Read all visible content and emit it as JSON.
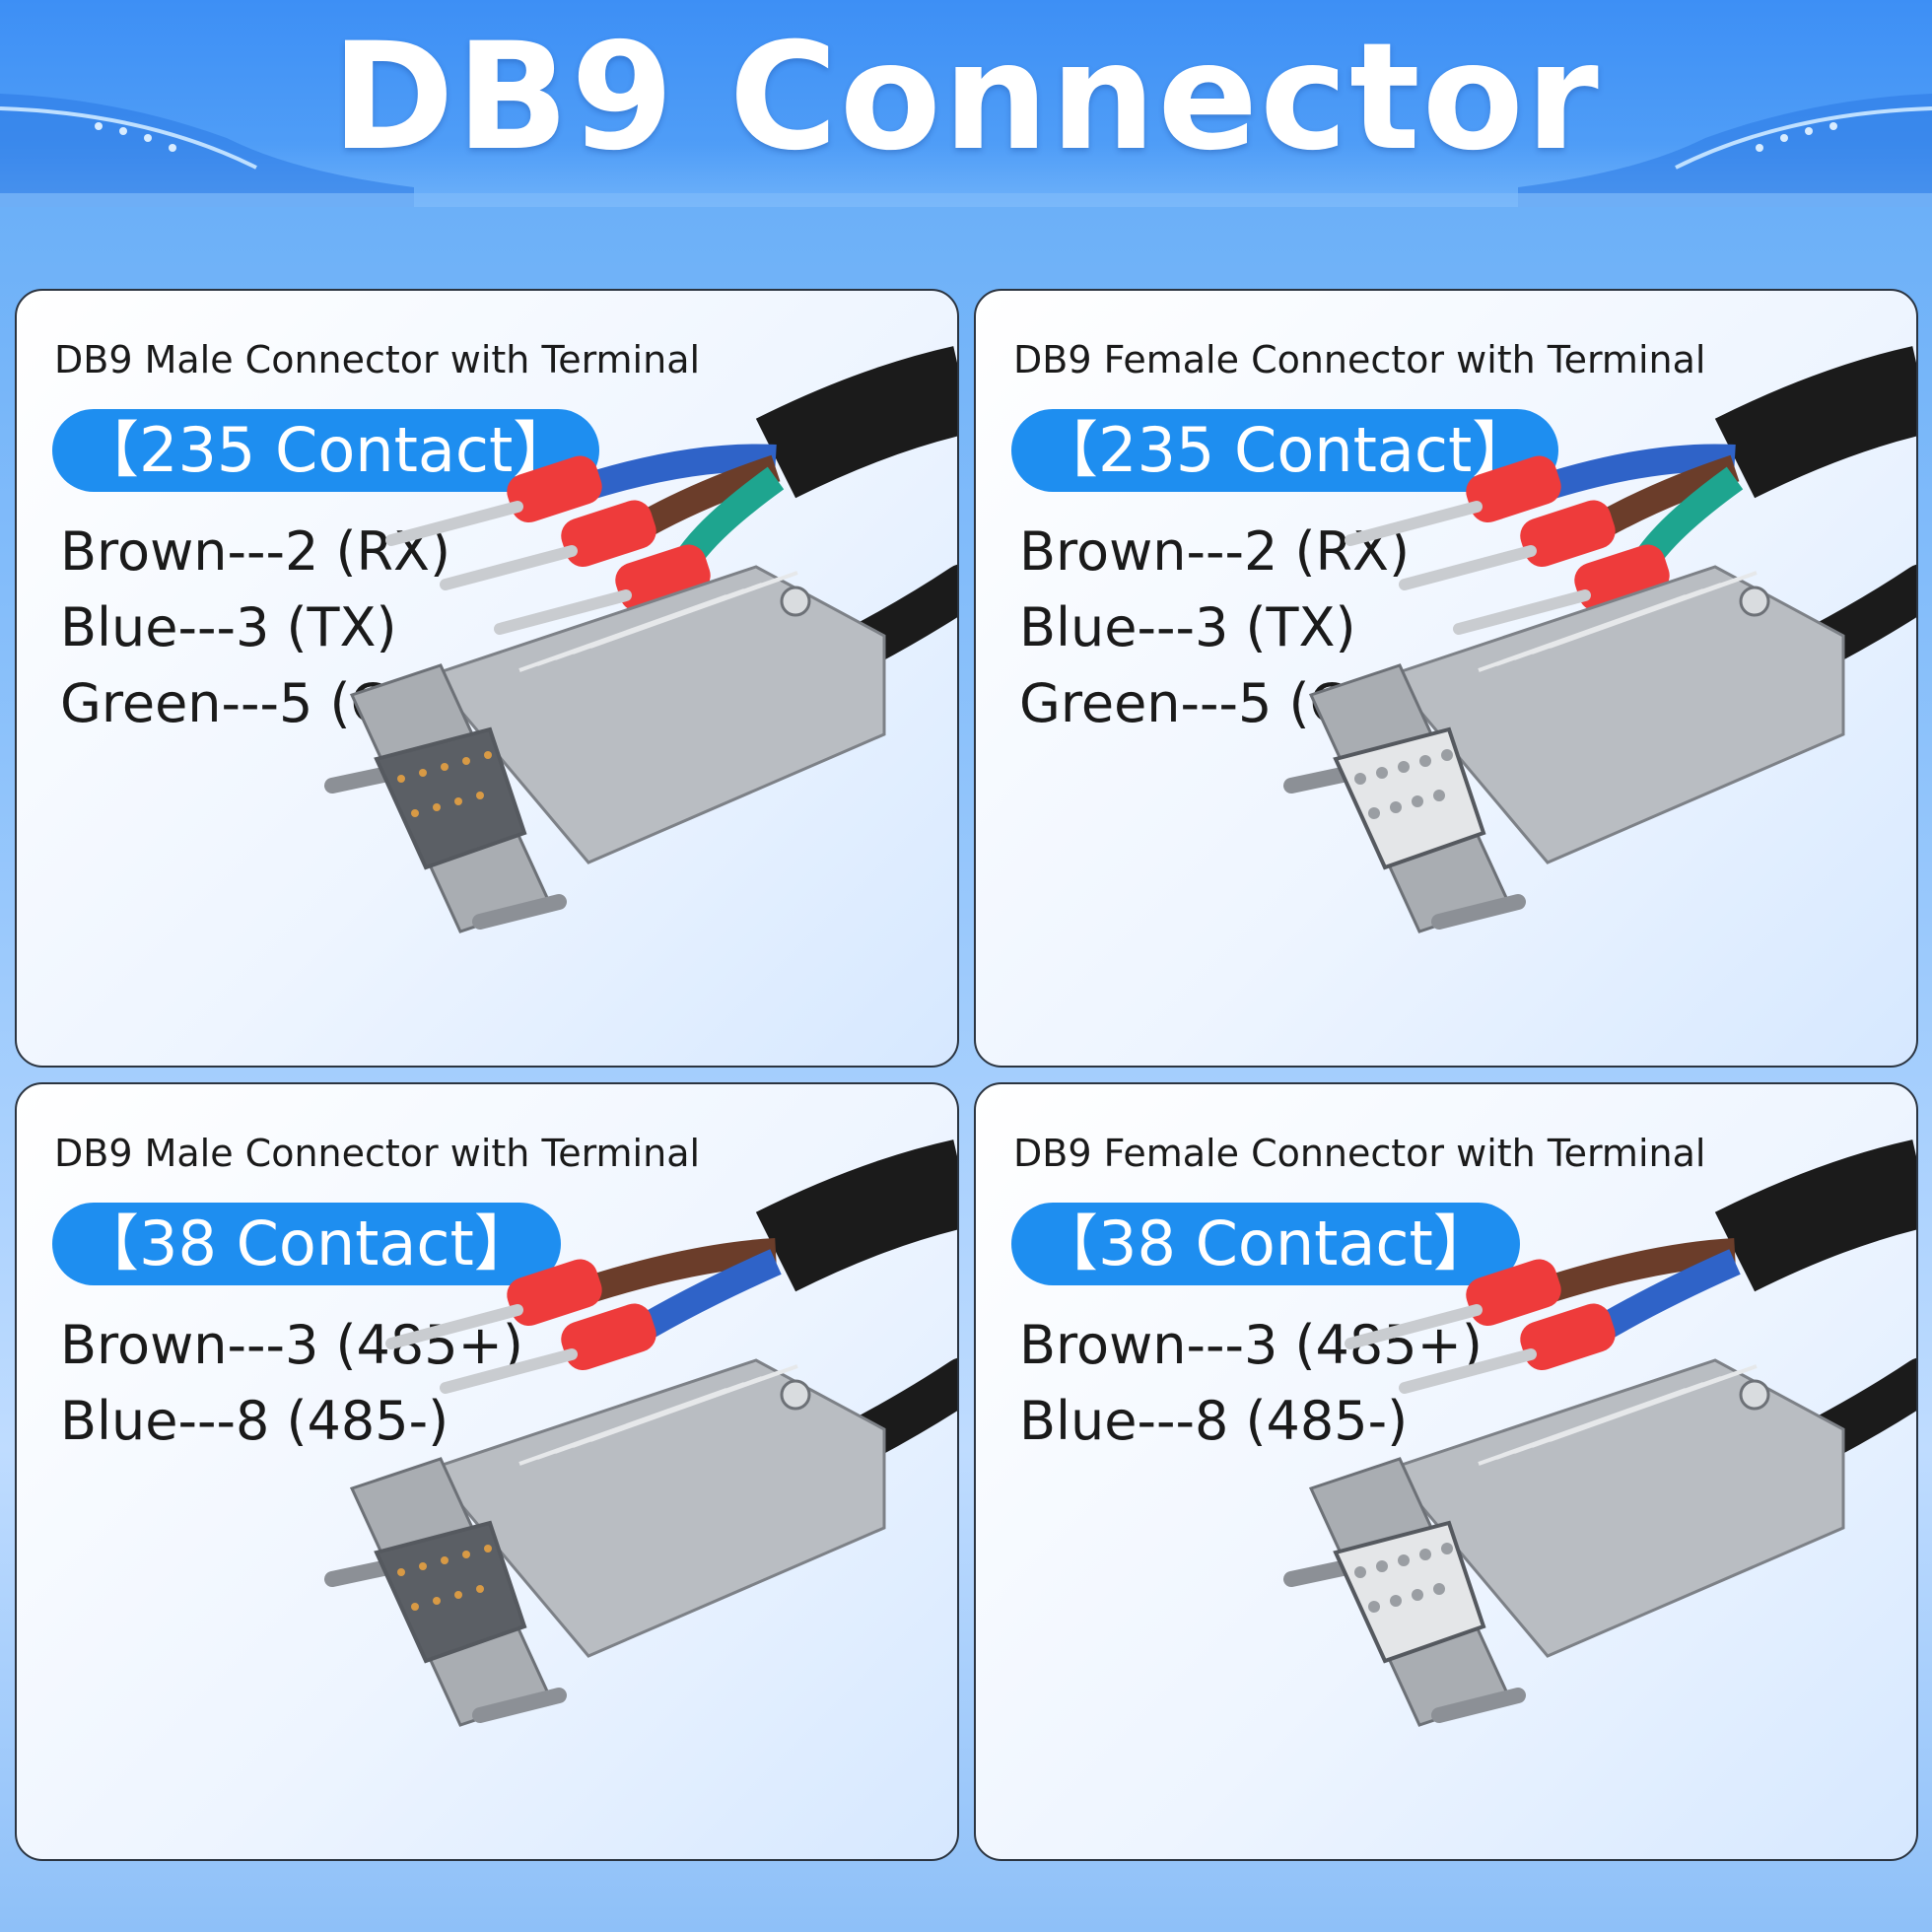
{
  "title": "DB9 Connector",
  "colors": {
    "badge": "#1e8ef0",
    "ferrule": "#ee3b3b",
    "cable": "#1b1b1b",
    "shell": "#b9bdc2"
  },
  "panels": [
    {
      "heading": "DB9 Male Connector with Terminal",
      "badge": "【235 Contact】",
      "wires": [
        "Brown---2 (RX)",
        "Blue---3 (TX)",
        "Green---5 (GND)"
      ],
      "gender": "male",
      "wire_colors": [
        "#2f63c8",
        "#6b3d2a",
        "#1ea58f"
      ]
    },
    {
      "heading": "DB9 Female Connector with Terminal",
      "badge": "【235 Contact】",
      "wires": [
        "Brown---2 (RX)",
        "Blue---3 (TX)",
        "Green---5 (GND)"
      ],
      "gender": "female",
      "wire_colors": [
        "#2f63c8",
        "#6b3d2a",
        "#1ea58f"
      ]
    },
    {
      "heading": "DB9 Male Connector with Terminal",
      "badge": "【38 Contact】",
      "wires": [
        "Brown---3 (485+)",
        "Blue---8 (485-)"
      ],
      "gender": "male",
      "wire_colors": [
        "#6b3d2a",
        "#2f63c8"
      ]
    },
    {
      "heading": "DB9 Female Connector with Terminal",
      "badge": "【38 Contact】",
      "wires": [
        "Brown---3 (485+)",
        "Blue---8 (485-)"
      ],
      "gender": "female",
      "wire_colors": [
        "#6b3d2a",
        "#2f63c8"
      ]
    }
  ]
}
